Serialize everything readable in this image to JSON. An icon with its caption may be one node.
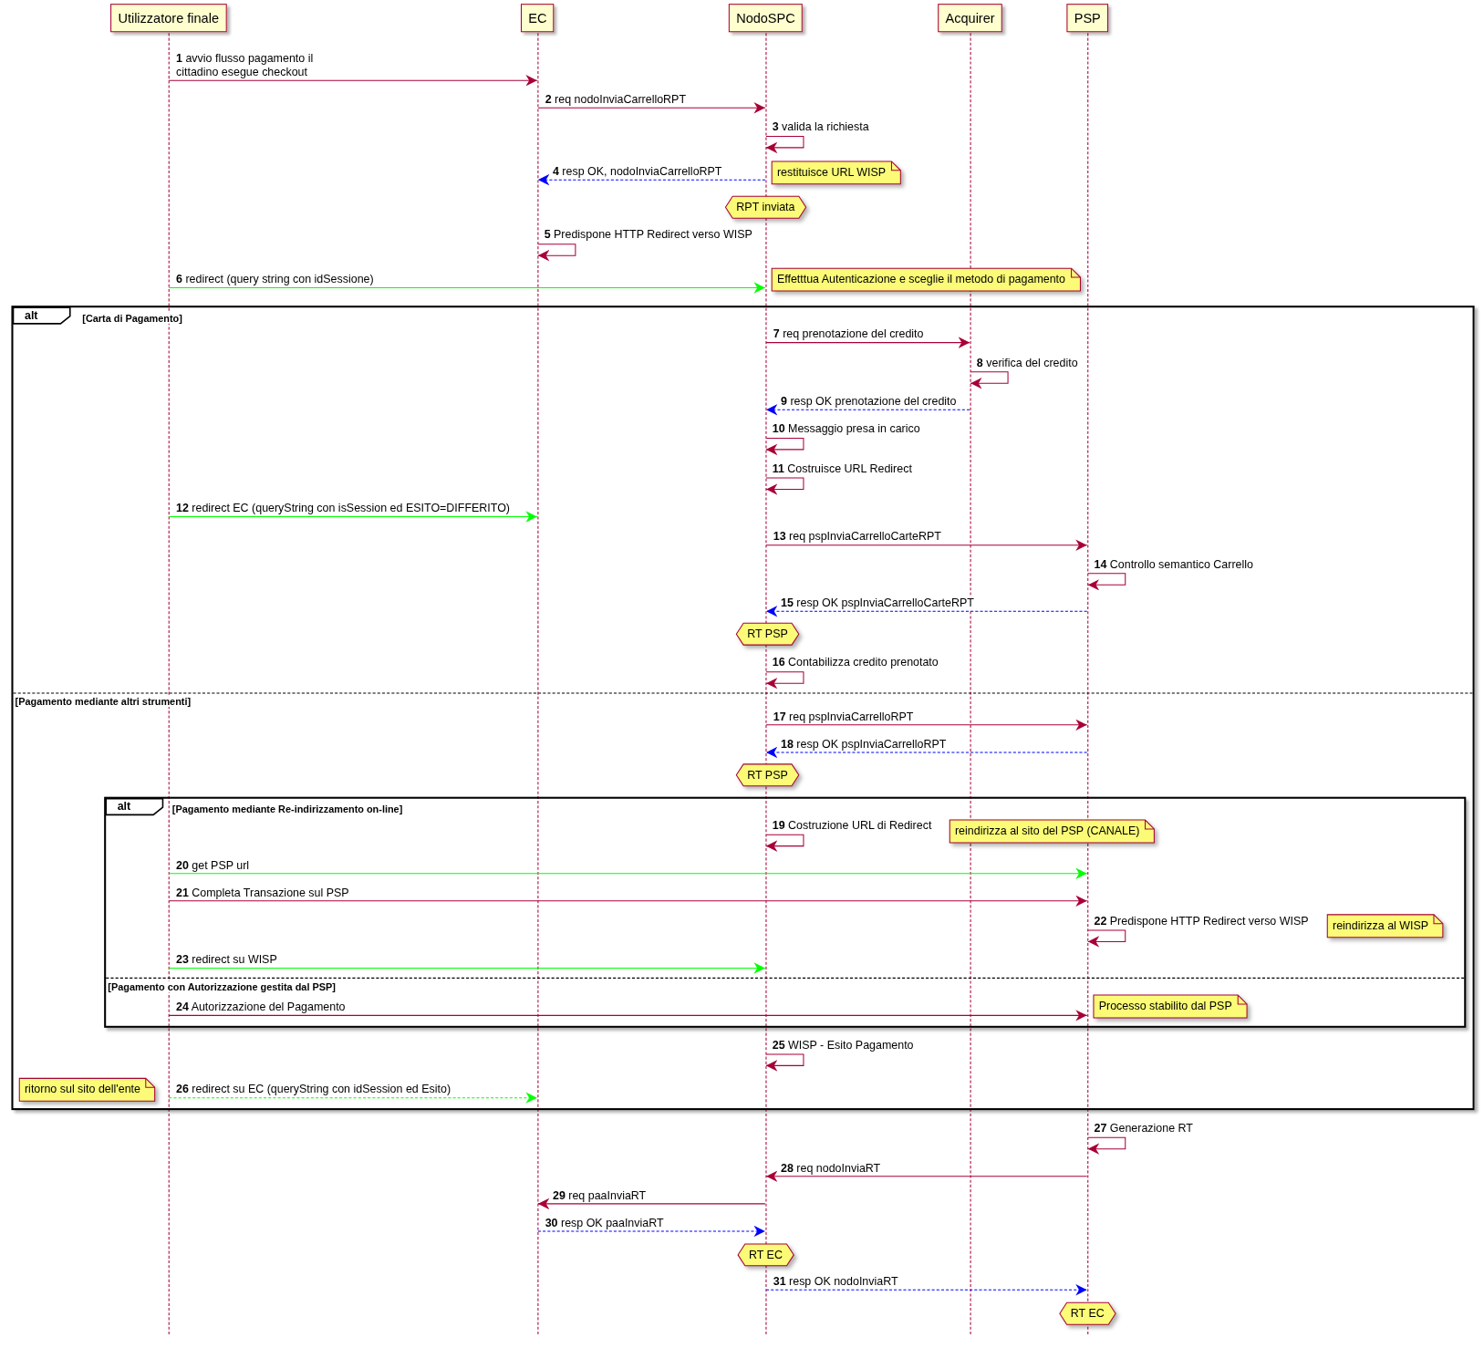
{
  "diagram": {
    "nodes": [
      {
        "text": [
          "Utilizzatore finale"
        ]
      },
      {
        "text": [
          "EC"
        ]
      },
      {
        "text": [
          "NodoSPC"
        ]
      },
      {
        "text": [
          "Acquirer"
        ]
      },
      {
        "text": [
          "PSP"
        ]
      },
      {
        "text": [],
        "shape": "line"
      },
      {
        "text": [],
        "shape": "line"
      },
      {
        "text": [],
        "shape": "line"
      },
      {
        "text": [],
        "shape": "line"
      },
      {
        "text": [],
        "shape": "line"
      },
      {
        "text": [
          "restituisce URL WISP"
        ]
      },
      {
        "text": [
          "RPT inviata"
        ]
      },
      {
        "text": [
          "Effetttua Autenticazione e sceglie il metodo di pagamento"
        ]
      },
      {
        "text": [
          "alt",
          "[Carta di Pagamento]",
          "[Pagamento mediante altri strumenti]"
        ]
      },
      {
        "text": [
          "RT PSP"
        ],
        "in": 13
      },
      {
        "text": [
          "RT PSP"
        ],
        "in": 13
      },
      {
        "text": [
          "alt",
          "[Pagamento mediante Re-indirizzamento on-line]",
          "[Pagamento con Autorizzazione gestita dal PSP]"
        ],
        "in": 13
      },
      {
        "text": [
          "reindirizza al sito del PSP (CANALE)"
        ],
        "in": 16
      },
      {
        "text": [
          "reindirizza al WISP"
        ],
        "in": 16
      },
      {
        "text": [
          "Processo stabilito dal PSP"
        ],
        "in": 16
      },
      {
        "text": [
          "ritorno sul sito dell'ente"
        ],
        "in": 13
      },
      {
        "text": [
          "RT EC"
        ]
      },
      {
        "text": [
          "RT EC"
        ]
      }
    ],
    "edges": [
      {
        "from": 5,
        "to": 6,
        "arrow": "to",
        "label": "**1** avvio flusso pagamento il cittadino esegue checkout"
      },
      {
        "from": 6,
        "to": 7,
        "arrow": "to",
        "label": "**2** req nodoInviaCarrelloRPT"
      },
      {
        "from": 7,
        "to": 7,
        "arrow": "to",
        "label": "**3** valida la richiesta"
      },
      {
        "from": 7,
        "to": 6,
        "arrow": "to",
        "label": "**4** resp OK, nodoInviaCarrelloRPT",
        "style": "dashed",
        "color": "#0000ff"
      },
      {
        "from": 6,
        "to": 6,
        "arrow": "to",
        "label": "**5** Predispone HTTP Redirect verso WISP"
      },
      {
        "from": 5,
        "to": 7,
        "arrow": "to",
        "label": "**6** redirect (query string con idSessione)",
        "color": "#00ff00"
      },
      {
        "from": 7,
        "to": 8,
        "arrow": "to",
        "label": "**7** req prenotazione del credito"
      },
      {
        "from": 8,
        "to": 8,
        "arrow": "to",
        "label": "**8** verifica del credito"
      },
      {
        "from": 8,
        "to": 7,
        "arrow": "to",
        "label": "**9** resp OK prenotazione del credito",
        "style": "dashed",
        "color": "#0000ff"
      },
      {
        "from": 7,
        "to": 7,
        "arrow": "to",
        "label": "**10** Messaggio presa in carico"
      },
      {
        "from": 7,
        "to": 7,
        "arrow": "to",
        "label": "**11** Costruisce URL Redirect"
      },
      {
        "from": 5,
        "to": 6,
        "arrow": "to",
        "label": "**12** redirect EC (queryString con isSession ed ESITO=DIFFERITO)",
        "color": "#00ff00"
      },
      {
        "from": 7,
        "to": 9,
        "arrow": "to",
        "label": "**13** req pspInviaCarrelloCarteRPT"
      },
      {
        "from": 9,
        "to": 9,
        "arrow": "to",
        "label": "**14** Controllo semantico Carrello"
      },
      {
        "from": 9,
        "to": 7,
        "arrow": "to",
        "label": "**15** resp OK pspInviaCarrelloCarteRPT",
        "style": "dashed",
        "color": "#0000ff"
      },
      {
        "from": 7,
        "to": 7,
        "arrow": "to",
        "label": "**16** Contabilizza credito prenotato"
      },
      {
        "from": 7,
        "to": 9,
        "arrow": "to",
        "label": "**17** req pspInviaCarrelloRPT"
      },
      {
        "from": 9,
        "to": 7,
        "arrow": "to",
        "label": "**18** resp OK pspInviaCarrelloRPT",
        "style": "dashed",
        "color": "#0000ff"
      },
      {
        "from": 7,
        "to": 7,
        "arrow": "to",
        "label": "**19** Costruzione URL di Redirect"
      },
      {
        "from": 5,
        "to": 9,
        "arrow": "to",
        "label": "**20** get PSP url",
        "color": "#00ff00"
      },
      {
        "from": 5,
        "to": 9,
        "arrow": "to",
        "label": "**21** Completa Transazione sul PSP"
      },
      {
        "from": 9,
        "to": 9,
        "arrow": "to",
        "label": "**22** Predispone HTTP Redirect verso WISP"
      },
      {
        "from": 5,
        "to": 7,
        "arrow": "to",
        "label": "**23** redirect su WISP",
        "color": "#00ff00"
      },
      {
        "from": 5,
        "to": 9,
        "arrow": "to",
        "label": "**24** Autorizzazione del Pagamento"
      },
      {
        "from": 7,
        "to": 7,
        "arrow": "to",
        "label": "**25** WISP - Esito Pagamento"
      },
      {
        "from": 5,
        "to": 6,
        "arrow": "to",
        "label": "**26** redirect su EC (queryString con idSession ed Esito)",
        "style": "dashed",
        "color": "#00ff00"
      },
      {
        "from": 9,
        "to": 9,
        "arrow": "to",
        "label": "**27** Generazione RT"
      },
      {
        "from": 9,
        "to": 7,
        "arrow": "to",
        "label": "**28** req nodoInviaRT"
      },
      {
        "from": 7,
        "to": 6,
        "arrow": "to",
        "label": "**29** req paaInviaRT"
      },
      {
        "from": 6,
        "to": 7,
        "arrow": "to",
        "label": "**30** resp OK paaInviaRT",
        "style": "dashed",
        "color": "#0000ff"
      },
      {
        "from": 7,
        "to": 9,
        "arrow": "to",
        "label": "**31** resp OK nodoInviaRT",
        "style": "dashed",
        "color": "#0000ff"
      }
    ]
  }
}
